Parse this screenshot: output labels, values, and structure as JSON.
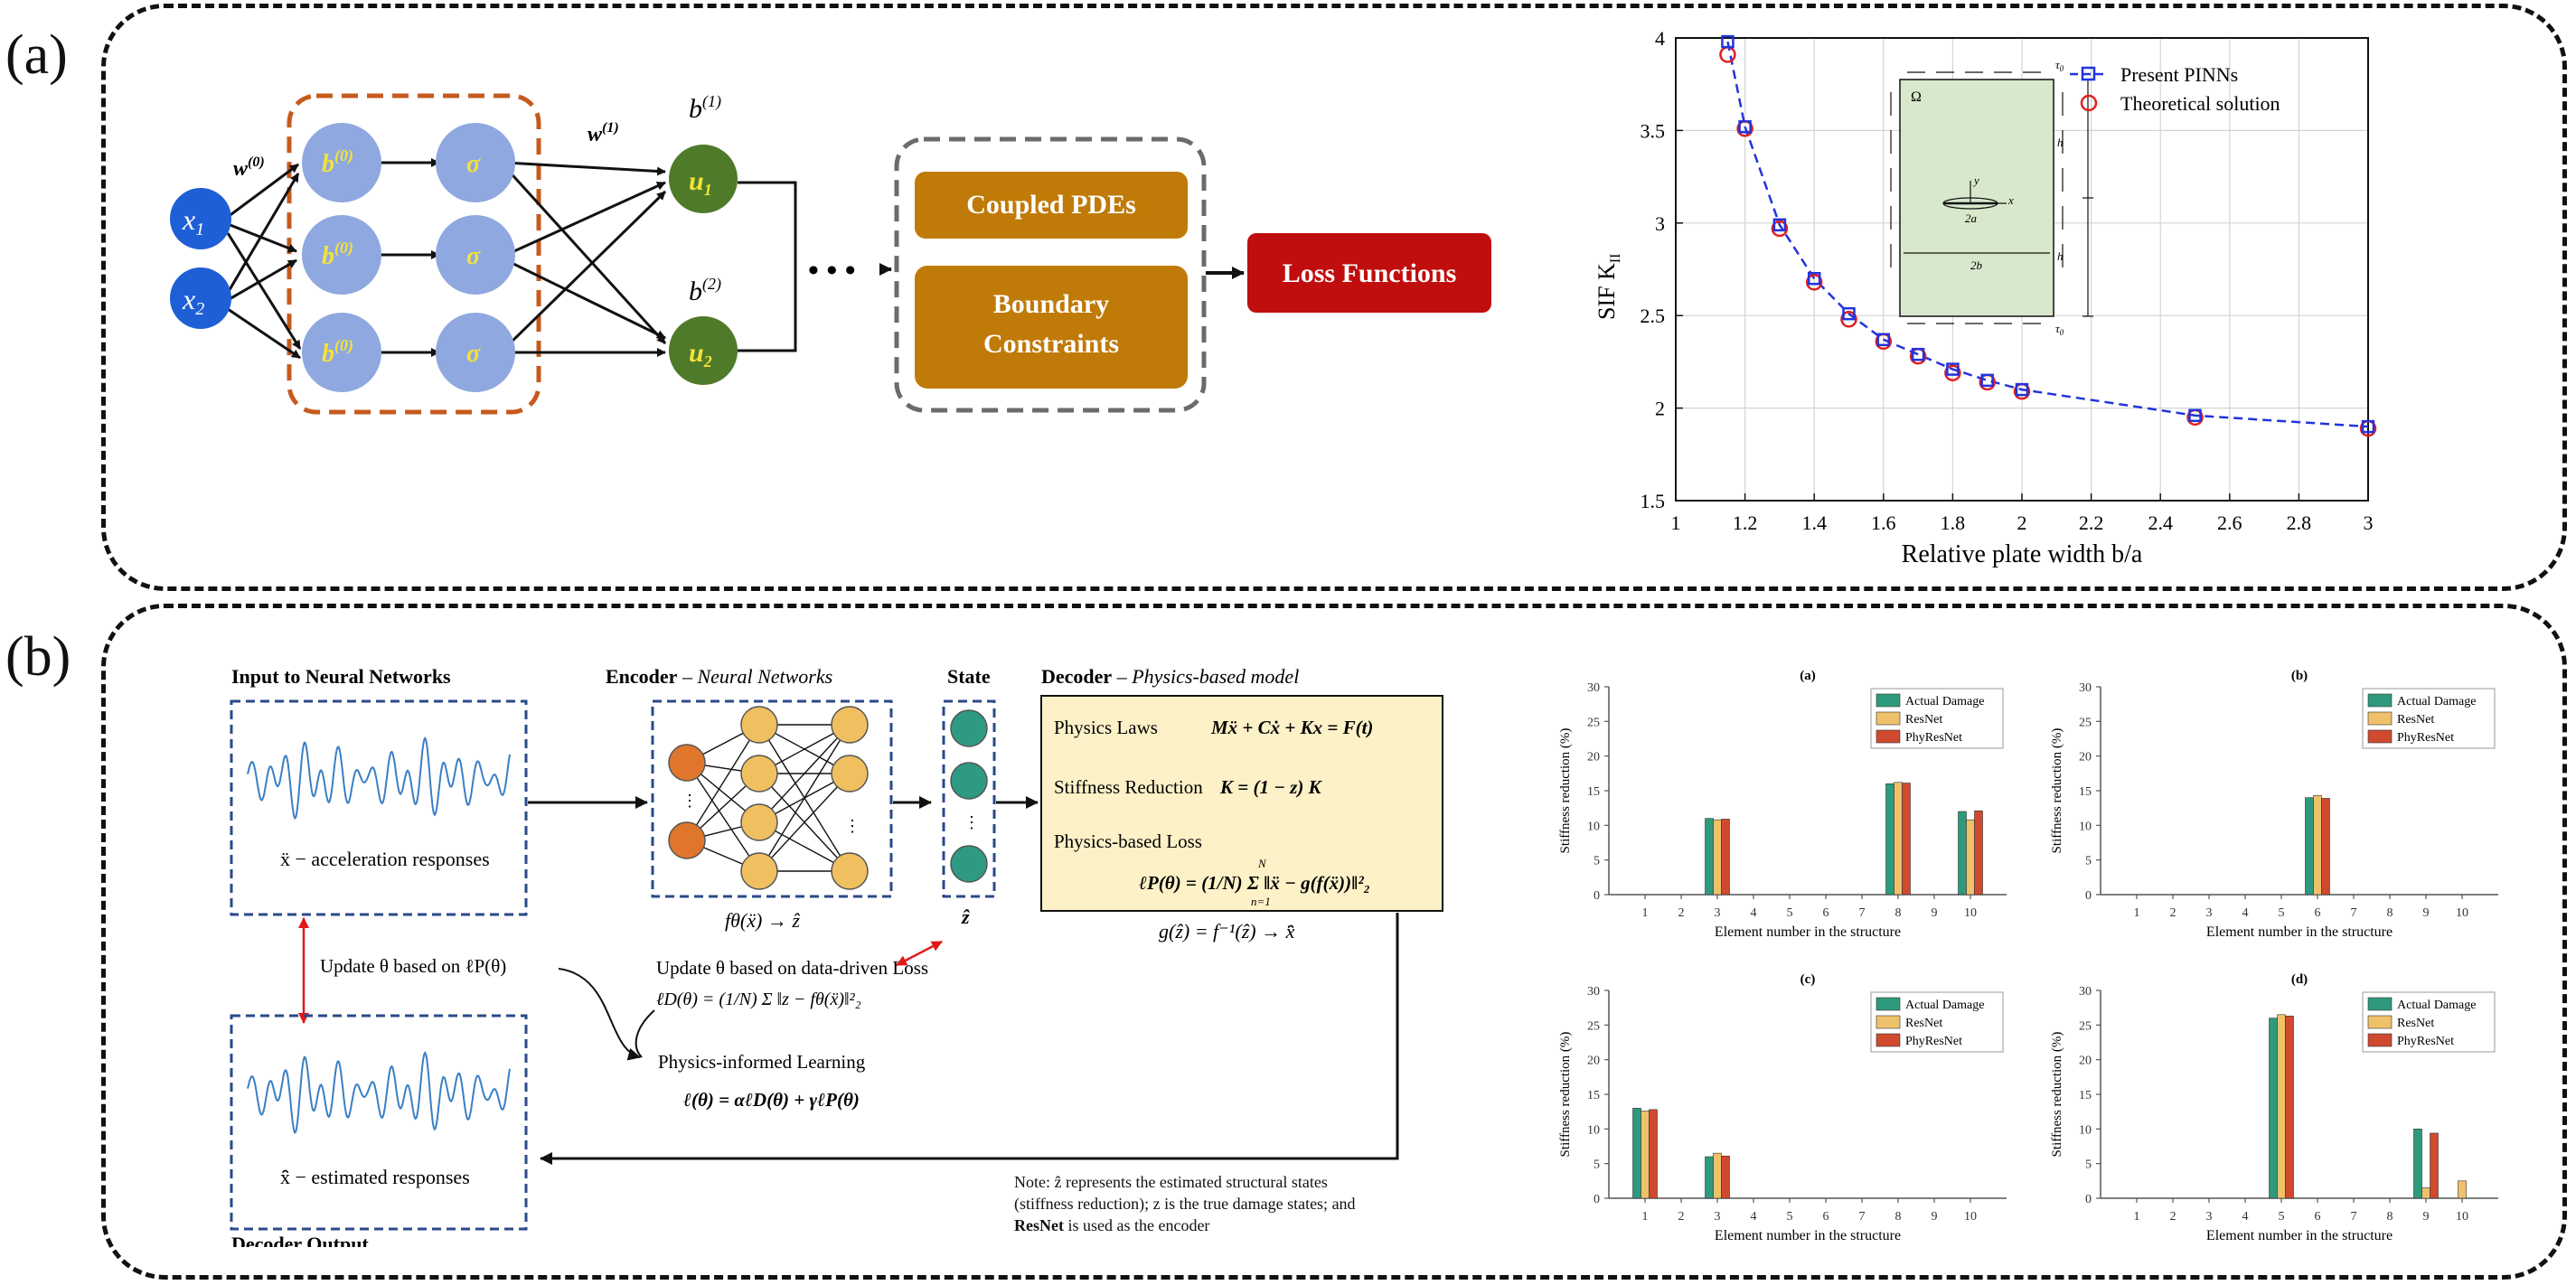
{
  "panel_a": {
    "label": "(a)",
    "inputs": [
      "x",
      "x"
    ],
    "input_subs": [
      "1",
      "2"
    ],
    "w0": "w",
    "w0_sup": "(0)",
    "w1": "w",
    "w1_sup": "(1)",
    "bias_node": "b",
    "bias_node_sup": "(0)",
    "sigma": "σ",
    "b1": "b",
    "b1_sup": "(1)",
    "b2": "b",
    "b2_sup": "(2)",
    "u1": "u",
    "u1_sub": "1",
    "u2": "u",
    "u2_sub": "2",
    "ellipsis": "• • •",
    "coupled_pdes": "Coupled PDEs",
    "boundary_line1": "Boundary",
    "boundary_line2": "Constraints",
    "loss_functions": "Loss Functions",
    "chart": {
      "ylabel": "SIF K",
      "ylabel_sub": "II",
      "xlabel": "Relative plate width b/a",
      "legend_pinns": "Present PINNs",
      "legend_theory": "Theoretical solution",
      "inset": {
        "omega": "Ω",
        "y": "y",
        "x": "x",
        "crack": "2a",
        "width": "2b",
        "h1": "h",
        "h2": "h",
        "tau_top": "τ",
        "tau_top_sub": "0",
        "tau_bottom": "τ",
        "tau_bottom_sub": "0"
      }
    }
  },
  "panel_b": {
    "label": "(b)",
    "input_title": "Input to Neural Networks",
    "acc_label": "ẍ − acceleration responses",
    "encoder_title_bold": "Encoder",
    "encoder_title_italic": " – Neural Networks",
    "encoder_formula": "fθ(ẍ) → ẑ",
    "state_title": "State",
    "state_dots": "⋮",
    "zhat": "ẑ",
    "decoder_title_bold": "Decoder",
    "decoder_title_italic": " – Physics-based model",
    "physics_laws": "Physics Laws",
    "physics_laws_eq": "Mẍ + Cẋ + Kx = F(t)",
    "stiffness_reduction": "Stiffness Reduction",
    "stiffness_eq": "K = (1 − z) K",
    "physics_loss": "Physics-based Loss",
    "physics_loss_eq": "ℓP(θ) = (1/N) Σ ‖ẍ − g(f(ẍ))‖²₂",
    "physics_loss_sum_top": "N",
    "physics_loss_sum_bottom": "n=1",
    "g_formula": "g(ẑ) = f⁻¹(ẑ) → x̂̈",
    "update_p": "Update θ based on  ℓP(θ)",
    "update_d": "Update θ based on  data-driven Loss",
    "loss_d": "ℓD(θ) = (1/N) Σ ‖z − fθ(ẍ)‖²₂",
    "pil_title": "Physics-informed Learning",
    "pil_eq": "ℓ(θ) = αℓD(θ) + γℓP(θ)",
    "est_label": "x̂̈ − estimated responses",
    "decoder_output": "Decoder Output",
    "note_line1": "Note:  ẑ  represents the estimated structural states",
    "note_line2": "(stiffness reduction); z is the true damage states; and",
    "note_bold": "ResNet",
    "note_line3": " is used as the encoder",
    "encoder_dots": "⋮"
  },
  "chart_data": [
    {
      "type": "line",
      "xlabel": "Relative plate width b/a",
      "ylabel": "SIF K_II",
      "xlim": [
        1,
        3
      ],
      "ylim": [
        1.5,
        4
      ],
      "xticks": [
        "1",
        "1.2",
        "1.4",
        "1.6",
        "1.8",
        "2",
        "2.2",
        "2.4",
        "2.6",
        "2.8",
        "3"
      ],
      "yticks": [
        "1.5",
        "2",
        "2.5",
        "3",
        "3.5",
        "4"
      ],
      "grid": true,
      "legend": "top-right",
      "series": [
        {
          "name": "Present PINNs",
          "color": "#2233dd",
          "x": [
            1.15,
            1.2,
            1.3,
            1.4,
            1.5,
            1.6,
            1.7,
            1.8,
            1.9,
            2.0,
            2.5,
            3.0
          ],
          "y": [
            3.98,
            3.52,
            2.99,
            2.7,
            2.51,
            2.37,
            2.29,
            2.21,
            2.15,
            2.1,
            1.96,
            1.9
          ]
        },
        {
          "name": "Theoretical solution",
          "color": "#dd2222",
          "x": [
            1.15,
            1.2,
            1.3,
            1.4,
            1.5,
            1.6,
            1.7,
            1.8,
            1.9,
            2.0,
            2.5,
            3.0
          ],
          "y": [
            3.91,
            3.51,
            2.97,
            2.68,
            2.48,
            2.36,
            2.28,
            2.19,
            2.14,
            2.09,
            1.95,
            1.89
          ]
        }
      ]
    },
    {
      "type": "bar",
      "title": "(a)",
      "xlabel": "Element number in the structure",
      "ylabel": "Stiffness reduction (%)",
      "categories": [
        "1",
        "2",
        "3",
        "4",
        "5",
        "6",
        "7",
        "8",
        "9",
        "10"
      ],
      "ylim": [
        0,
        30
      ],
      "yticks": [
        "0",
        "5",
        "10",
        "15",
        "20",
        "25",
        "30"
      ],
      "legend": "top-right",
      "series": [
        {
          "name": "Actual Damage",
          "color": "#2e9a7d",
          "values": [
            0,
            0,
            11,
            0,
            0,
            0,
            0,
            16,
            0,
            12
          ]
        },
        {
          "name": "ResNet",
          "color": "#efc16b",
          "values": [
            0,
            0,
            10.8,
            0,
            0,
            0,
            0,
            16.2,
            0,
            10.8
          ]
        },
        {
          "name": "PhyResNet",
          "color": "#cf4a2f",
          "values": [
            0,
            0,
            10.9,
            0,
            0,
            0,
            0,
            16.1,
            0,
            12.1
          ]
        }
      ]
    },
    {
      "type": "bar",
      "title": "(b)",
      "xlabel": "Element number in the structure",
      "ylabel": "Stiffness reduction (%)",
      "categories": [
        "1",
        "2",
        "3",
        "4",
        "5",
        "6",
        "7",
        "8",
        "9",
        "10"
      ],
      "ylim": [
        0,
        30
      ],
      "yticks": [
        "0",
        "5",
        "10",
        "15",
        "20",
        "25",
        "30"
      ],
      "legend": "top-right",
      "series": [
        {
          "name": "Actual Damage",
          "color": "#2e9a7d",
          "values": [
            0,
            0,
            0,
            0,
            0,
            14,
            0,
            0,
            0,
            0
          ]
        },
        {
          "name": "ResNet",
          "color": "#efc16b",
          "values": [
            0,
            0,
            0,
            0,
            0,
            14.3,
            0,
            0,
            0,
            0
          ]
        },
        {
          "name": "PhyResNet",
          "color": "#cf4a2f",
          "values": [
            0,
            0,
            0,
            0,
            0,
            13.9,
            0,
            0,
            0,
            0
          ]
        }
      ]
    },
    {
      "type": "bar",
      "title": "(c)",
      "xlabel": "Element number in the structure",
      "ylabel": "Stiffness reduction (%)",
      "categories": [
        "1",
        "2",
        "3",
        "4",
        "5",
        "6",
        "7",
        "8",
        "9",
        "10"
      ],
      "ylim": [
        0,
        30
      ],
      "yticks": [
        "0",
        "5",
        "10",
        "15",
        "20",
        "25",
        "30"
      ],
      "legend": "top-right",
      "series": [
        {
          "name": "Actual Damage",
          "color": "#2e9a7d",
          "values": [
            13,
            0,
            6,
            0,
            0,
            0,
            0,
            0,
            0,
            0
          ]
        },
        {
          "name": "ResNet",
          "color": "#efc16b",
          "values": [
            12.6,
            0,
            6.5,
            0,
            0,
            0,
            0,
            0,
            0,
            0
          ]
        },
        {
          "name": "PhyResNet",
          "color": "#cf4a2f",
          "values": [
            12.8,
            0,
            6.1,
            0,
            0,
            0,
            0,
            0,
            0,
            0
          ]
        }
      ]
    },
    {
      "type": "bar",
      "title": "(d)",
      "xlabel": "Element number in the structure",
      "ylabel": "Stiffness reduction (%)",
      "categories": [
        "1",
        "2",
        "3",
        "4",
        "5",
        "6",
        "7",
        "8",
        "9",
        "10"
      ],
      "ylim": [
        0,
        30
      ],
      "yticks": [
        "0",
        "5",
        "10",
        "15",
        "20",
        "25",
        "30"
      ],
      "legend": "top-right",
      "series": [
        {
          "name": "Actual Damage",
          "color": "#2e9a7d",
          "values": [
            0,
            0,
            0,
            0,
            26,
            0,
            0,
            0,
            10,
            0
          ]
        },
        {
          "name": "ResNet",
          "color": "#efc16b",
          "values": [
            0,
            0,
            0,
            0,
            26.5,
            0,
            0,
            0,
            1.5,
            2.5
          ]
        },
        {
          "name": "PhyResNet",
          "color": "#cf4a2f",
          "values": [
            0,
            0,
            0,
            0,
            26.3,
            0,
            0,
            0,
            9.4,
            0
          ]
        }
      ]
    }
  ]
}
